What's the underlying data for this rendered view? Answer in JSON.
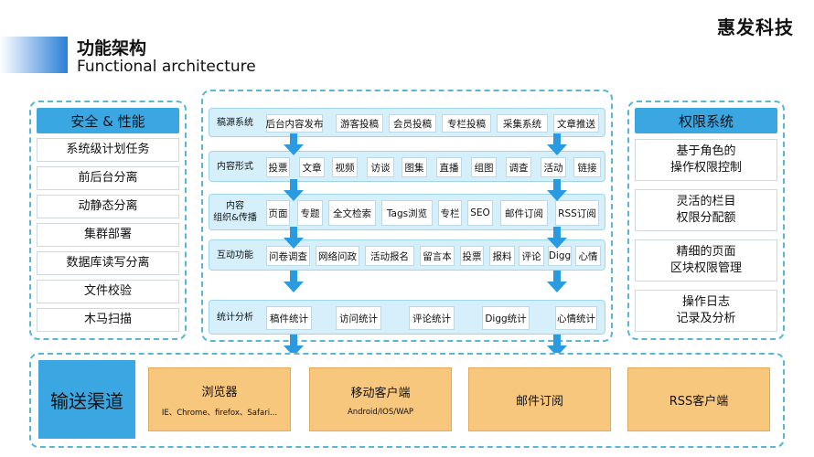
{
  "brand": "惠发科技",
  "title": {
    "cn": "功能架构",
    "en": "Functional architecture"
  },
  "left_panel": {
    "header": "安全 & 性能",
    "items": [
      "系统级计划任务",
      "前后台分离",
      "动静态分离",
      "集群部署",
      "数据库读写分离",
      "文件校验",
      "木马扫描"
    ]
  },
  "right_panel": {
    "header": "权限系统",
    "items": [
      [
        "基于角色的",
        "操作权限控制"
      ],
      [
        "灵活的栏目",
        "权限分配额"
      ],
      [
        "精细的页面",
        "区块权限管理"
      ],
      [
        "操作日志",
        "记录及分析"
      ]
    ]
  },
  "rows": [
    {
      "label": [
        "稿源系统"
      ],
      "chips": [
        "后台内容发布",
        "游客投稿",
        "会员投稿",
        "专栏投稿",
        "采集系统",
        "文章推送"
      ]
    },
    {
      "label": [
        "内容形式"
      ],
      "chips": [
        "投票",
        "文章",
        "视频",
        "访谈",
        "图集",
        "直播",
        "组图",
        "调查",
        "活动",
        "链接"
      ]
    },
    {
      "label": [
        "内容",
        "组织&传播"
      ],
      "chips": [
        "页面",
        "专题",
        "全文检索",
        "Tags浏览",
        "专栏",
        "SEO",
        "邮件订阅",
        "RSS订阅"
      ]
    },
    {
      "label": [
        "互动功能"
      ],
      "chips": [
        "问卷调查",
        "网络问政",
        "活动报名",
        "留言本",
        "投票",
        "报料",
        "评论",
        "Digg",
        "心情"
      ]
    },
    {
      "label": [
        "统计分析"
      ],
      "chips": [
        "稿件统计",
        "访问统计",
        "评论统计",
        "Digg统计",
        "心情统计"
      ]
    }
  ],
  "channels": {
    "label": "输送渠道",
    "items": [
      {
        "name": "浏览器",
        "sub": "IE、Chrome、firefox、Safari..."
      },
      {
        "name": "移动客户端",
        "sub": "Android/IOS/WAP"
      },
      {
        "name": "邮件订阅",
        "sub": ""
      },
      {
        "name": "RSS客户端",
        "sub": ""
      }
    ]
  },
  "colors": {
    "accent": "#3aa7e3",
    "row_bg": "#d6f0fb",
    "dest_bg": "#f8c77e",
    "dash": "#56b7d6",
    "arrow": "#2a9be0"
  }
}
